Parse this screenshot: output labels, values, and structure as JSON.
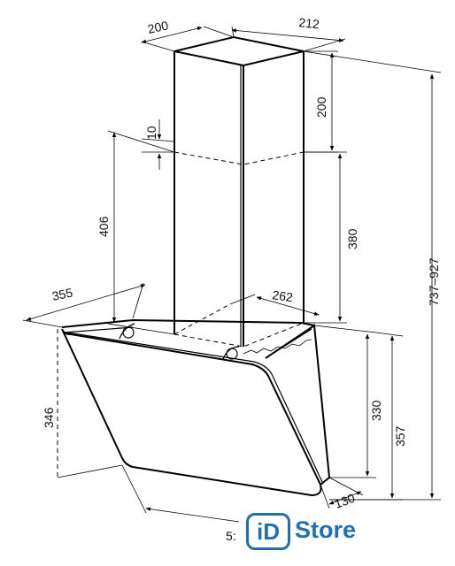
{
  "dimensions": {
    "chimney_width": "200",
    "chimney_depth": "212",
    "top_height": "200",
    "overlap": "10",
    "inner_height": "406",
    "outer_height": "380",
    "base_width": "355",
    "base_depth": "262",
    "hood_left_height": "346",
    "hood_height": "330",
    "hood_total_height": "357",
    "total_height_range": "737–927",
    "bottom_depth": "130",
    "bottom_width_partial": "5:"
  },
  "brand": {
    "logo_mark": "iD",
    "logo_name": "Store",
    "color": "#1f6fb3"
  }
}
